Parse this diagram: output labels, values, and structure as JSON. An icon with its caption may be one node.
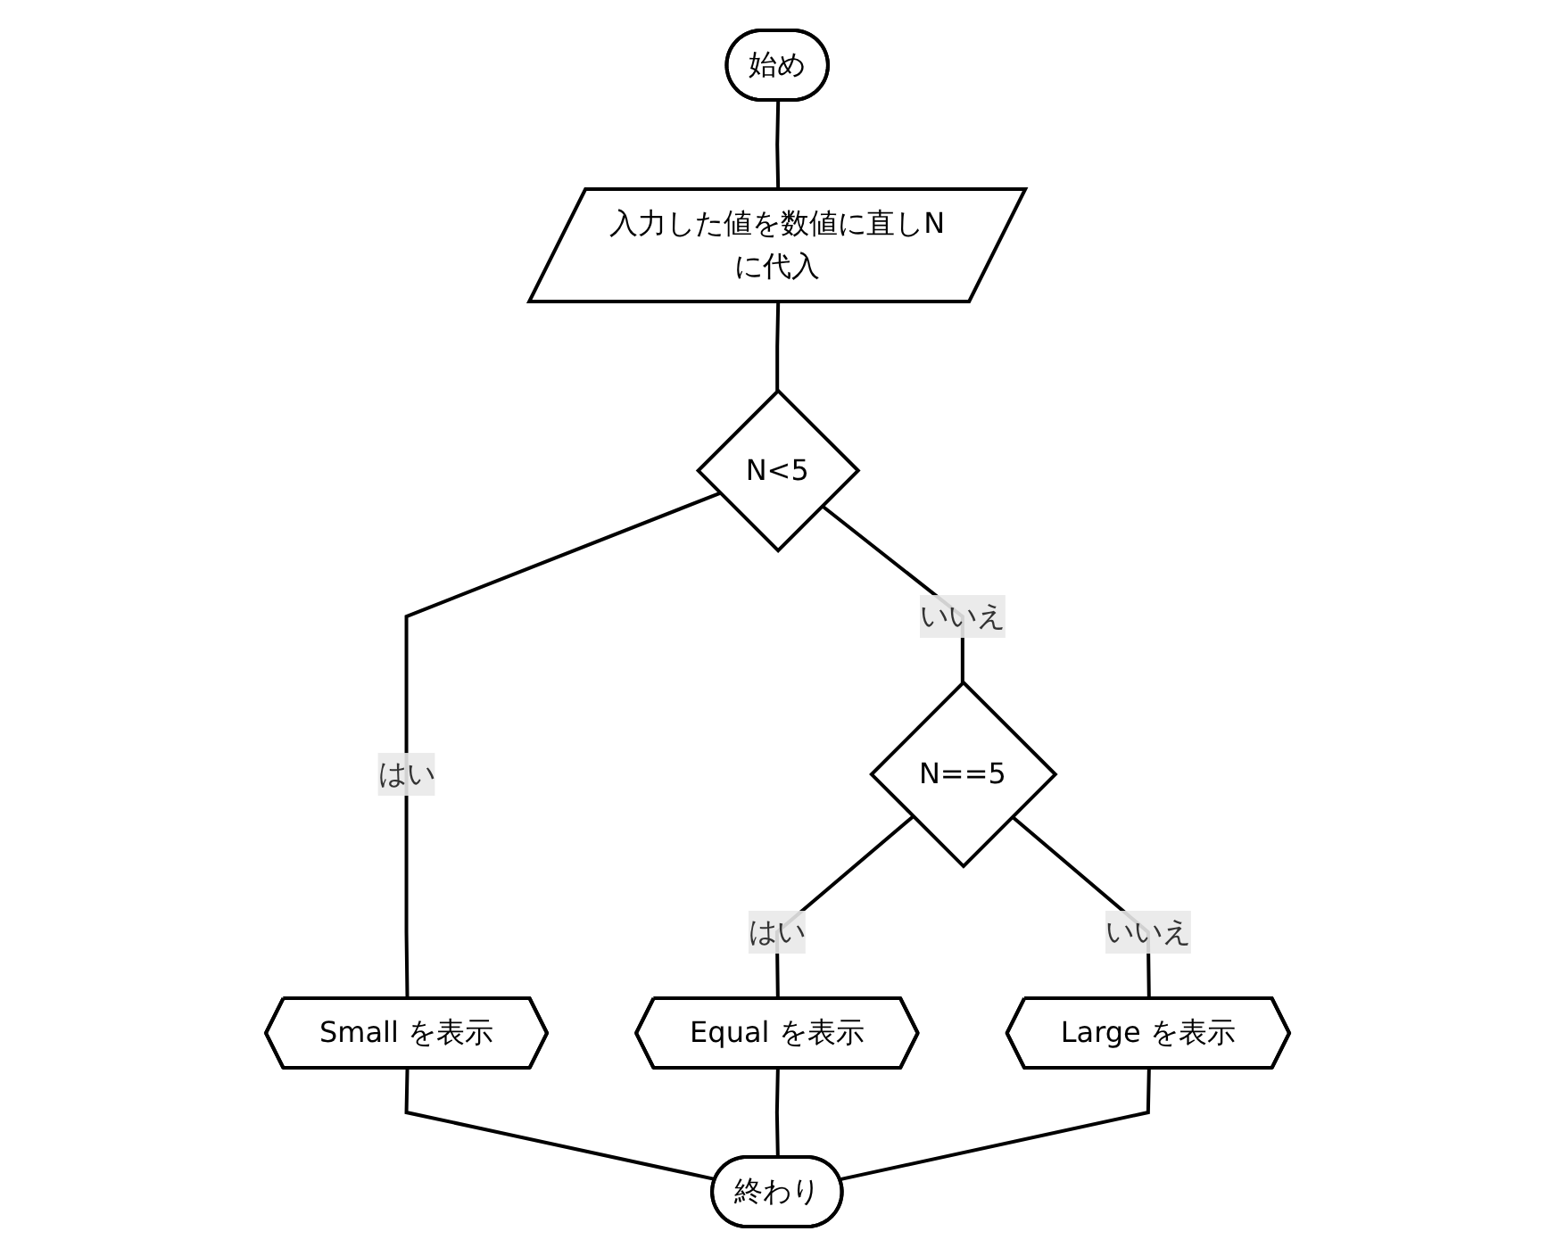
{
  "diagram": {
    "nodes": [
      {
        "text": [
          "始め"
        ]
      },
      {
        "text": [
          "入力した値を数値に直しNに代入"
        ]
      },
      {
        "text": [
          "N<5"
        ]
      },
      {
        "text": [
          "Small を表示"
        ]
      },
      {
        "text": [
          "N==5"
        ]
      },
      {
        "text": [
          "Equal を表示"
        ]
      },
      {
        "text": [
          "Large を表示"
        ]
      },
      {
        "text": [
          "終わり"
        ]
      }
    ],
    "edges": [
      {
        "from": 0,
        "to": 1,
        "arrow": "none"
      },
      {
        "from": 1,
        "to": 2,
        "arrow": "none"
      },
      {
        "from": 2,
        "to": 3,
        "label": "はい",
        "arrow": "none"
      },
      {
        "from": 2,
        "to": 4,
        "label": "いいえ",
        "arrow": "none"
      },
      {
        "from": 4,
        "to": 5,
        "label": "はい",
        "arrow": "none"
      },
      {
        "from": 4,
        "to": 6,
        "label": "いいえ",
        "arrow": "none"
      },
      {
        "from": 3,
        "to": 7,
        "arrow": "none"
      },
      {
        "from": 5,
        "to": 7,
        "arrow": "none"
      },
      {
        "from": 6,
        "to": 7,
        "arrow": "none"
      }
    ]
  }
}
